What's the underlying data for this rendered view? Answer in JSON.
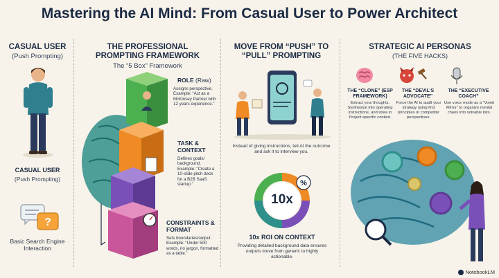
{
  "title": "Mastering the AI Mind: From Casual User to Power Architect",
  "casual": {
    "header": "CASUAL USER",
    "header_sub": "(Push Prompting)",
    "mid_label": "CASUAL USER",
    "mid_sub": "(Push Prompting)",
    "bottom": "Basic Search Engine Interaction"
  },
  "framework": {
    "header": "THE PROFESSIONAL PROMPTING FRAMEWORK",
    "sub": "The “5 Box” Framework",
    "role_title": "ROLE",
    "role_suffix": " (Raw)",
    "role_desc": "Assigns perspective. Example: “Act as a McKinsey Partner with 12 years experience.”",
    "task_title": "TASK & CONTEXT",
    "task_desc": "Defines goals/ background. Example: “Create a 10-slide pitch deck for a B2B SaaS startup.”",
    "constraints_title": "CONSTRAINTS & FORMAT",
    "constraints_desc": "Sets boundaries/output. Example: “Under 500 words, no jargon, formatted as a table.”"
  },
  "pushpull": {
    "header": "MOVE FROM “PUSH” TO “PULL” PROMPTING",
    "desc": "Instead of giving instructions, tell AI the outcome and ask it to interview you.",
    "roi_value": "10x",
    "roi_title": "10x ROI ON CONTEXT",
    "roi_desc": "Providing detailed background data ensures outputs move from generic to highly actionable."
  },
  "personas": {
    "header": "STRATEGIC AI PERSONAS",
    "sub": "(THE FIVE HACKS)",
    "items": [
      {
        "title": "The “Clone” (ESP Framework)",
        "desc": "Extract your thoughts, Synthesize into operating instructions, and store in Project-specific context."
      },
      {
        "title": "The “Devil’s Advocate”",
        "desc": "Force the AI to audit your strategy using first principles or competitor perspectives."
      },
      {
        "title": "The “Executive Coach”",
        "desc": "Use voice mode as a “Vomit Mirror” to organize mental chaos into solvable lists."
      }
    ]
  },
  "brand": "NotebookLM",
  "colors": {
    "navy": "#1b2a44",
    "teal": "#2f8f8a",
    "green": "#4caf50",
    "orange": "#f08a24",
    "purple": "#7b4fb8"
  }
}
